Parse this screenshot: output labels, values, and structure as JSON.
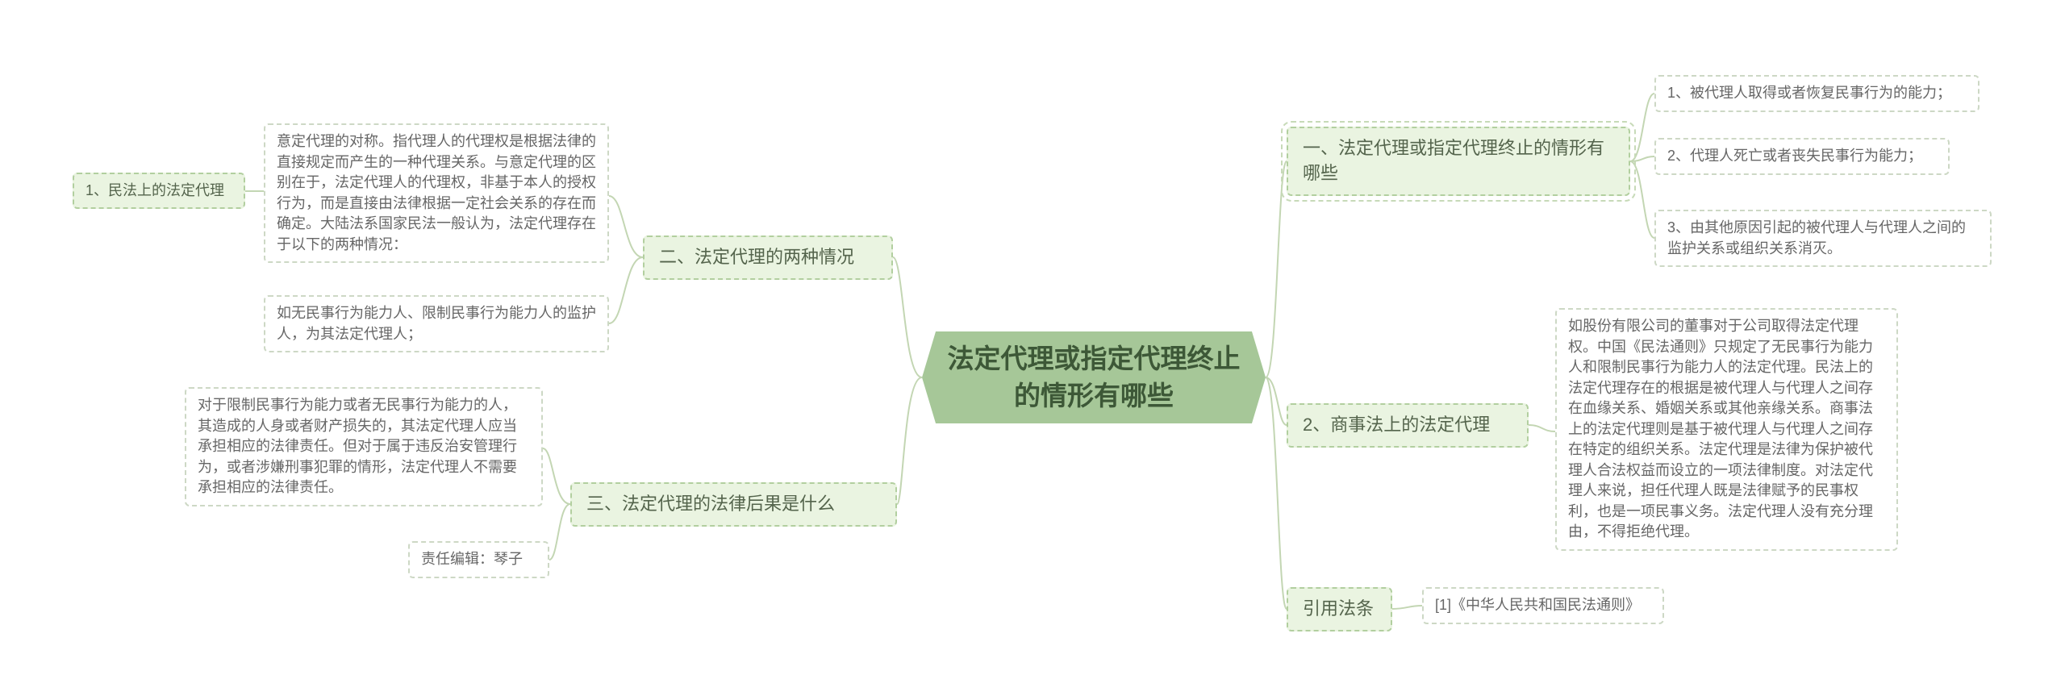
{
  "title": "法定代理或指定代理终止的情形有哪些",
  "colors": {
    "center_bg": "#a6c798",
    "center_text": "#3d5837",
    "branch_bg": "#eaf4e1",
    "branch_border": "#b2cf9f",
    "leaf_border": "#cdd8c5",
    "line": "#c3d6b3",
    "leaf_text": "#666666"
  },
  "nodes": {
    "center": "法定代理或指定代理终止的情形有哪些",
    "civil_law_agency": "1、民法上的法定代理",
    "civil_desc": "意定代理的对称。指代理人的代理权是根据法律的直接规定而产生的一种代理关系。与意定代理的区别在于，法定代理人的代理权，非基于本人的授权行为，而是直接由法律根据一定社会关系的存在而确定。大陆法系国家民法一般认为，法定代理存在于以下的两种情况：",
    "civil_example": "如无民事行为能力人、限制民事行为能力人的监护人，为其法定代理人；",
    "two_situations": "二、法定代理的两种情况",
    "consequence_desc": "对于限制民事行为能力或者无民事行为能力的人，其造成的人身或者财产损失的，其法定代理人应当承担相应的法律责任。但对于属于违反治安管理行为，或者涉嫌刑事犯罪的情形，法定代理人不需要承担相应的法律责任。",
    "legal_consequence": "三、法定代理的法律后果是什么",
    "editor": "责任编辑：琴子",
    "termination": "一、法定代理或指定代理终止的情形有哪些",
    "termination_items": [
      "1、被代理人取得或者恢复民事行为的能力；",
      "2、代理人死亡或者丧失民事行为能力；",
      "3、由其他原因引起的被代理人与代理人之间的监护关系或组织关系消灭。"
    ],
    "commercial_agency": "2、商事法上的法定代理",
    "commercial_desc": "如股份有限公司的董事对于公司取得法定代理权。中国《民法通则》只规定了无民事行为能力人和限制民事行为能力人的法定代理。民法上的法定代理存在的根据是被代理人与代理人之间存在血缘关系、婚姻关系或其他亲缘关系。商事法上的法定代理则是基于被代理人与代理人之间存在特定的组织关系。法定代理是法律为保护被代理人合法权益而设立的一项法律制度。对法定代理人来说，担任代理人既是法律赋予的民事权利，也是一项民事义务。法定代理人没有充分理由，不得拒绝代理。",
    "citation_label": "引用法条",
    "citation": "[1]《中华人民共和国民法通则》"
  }
}
